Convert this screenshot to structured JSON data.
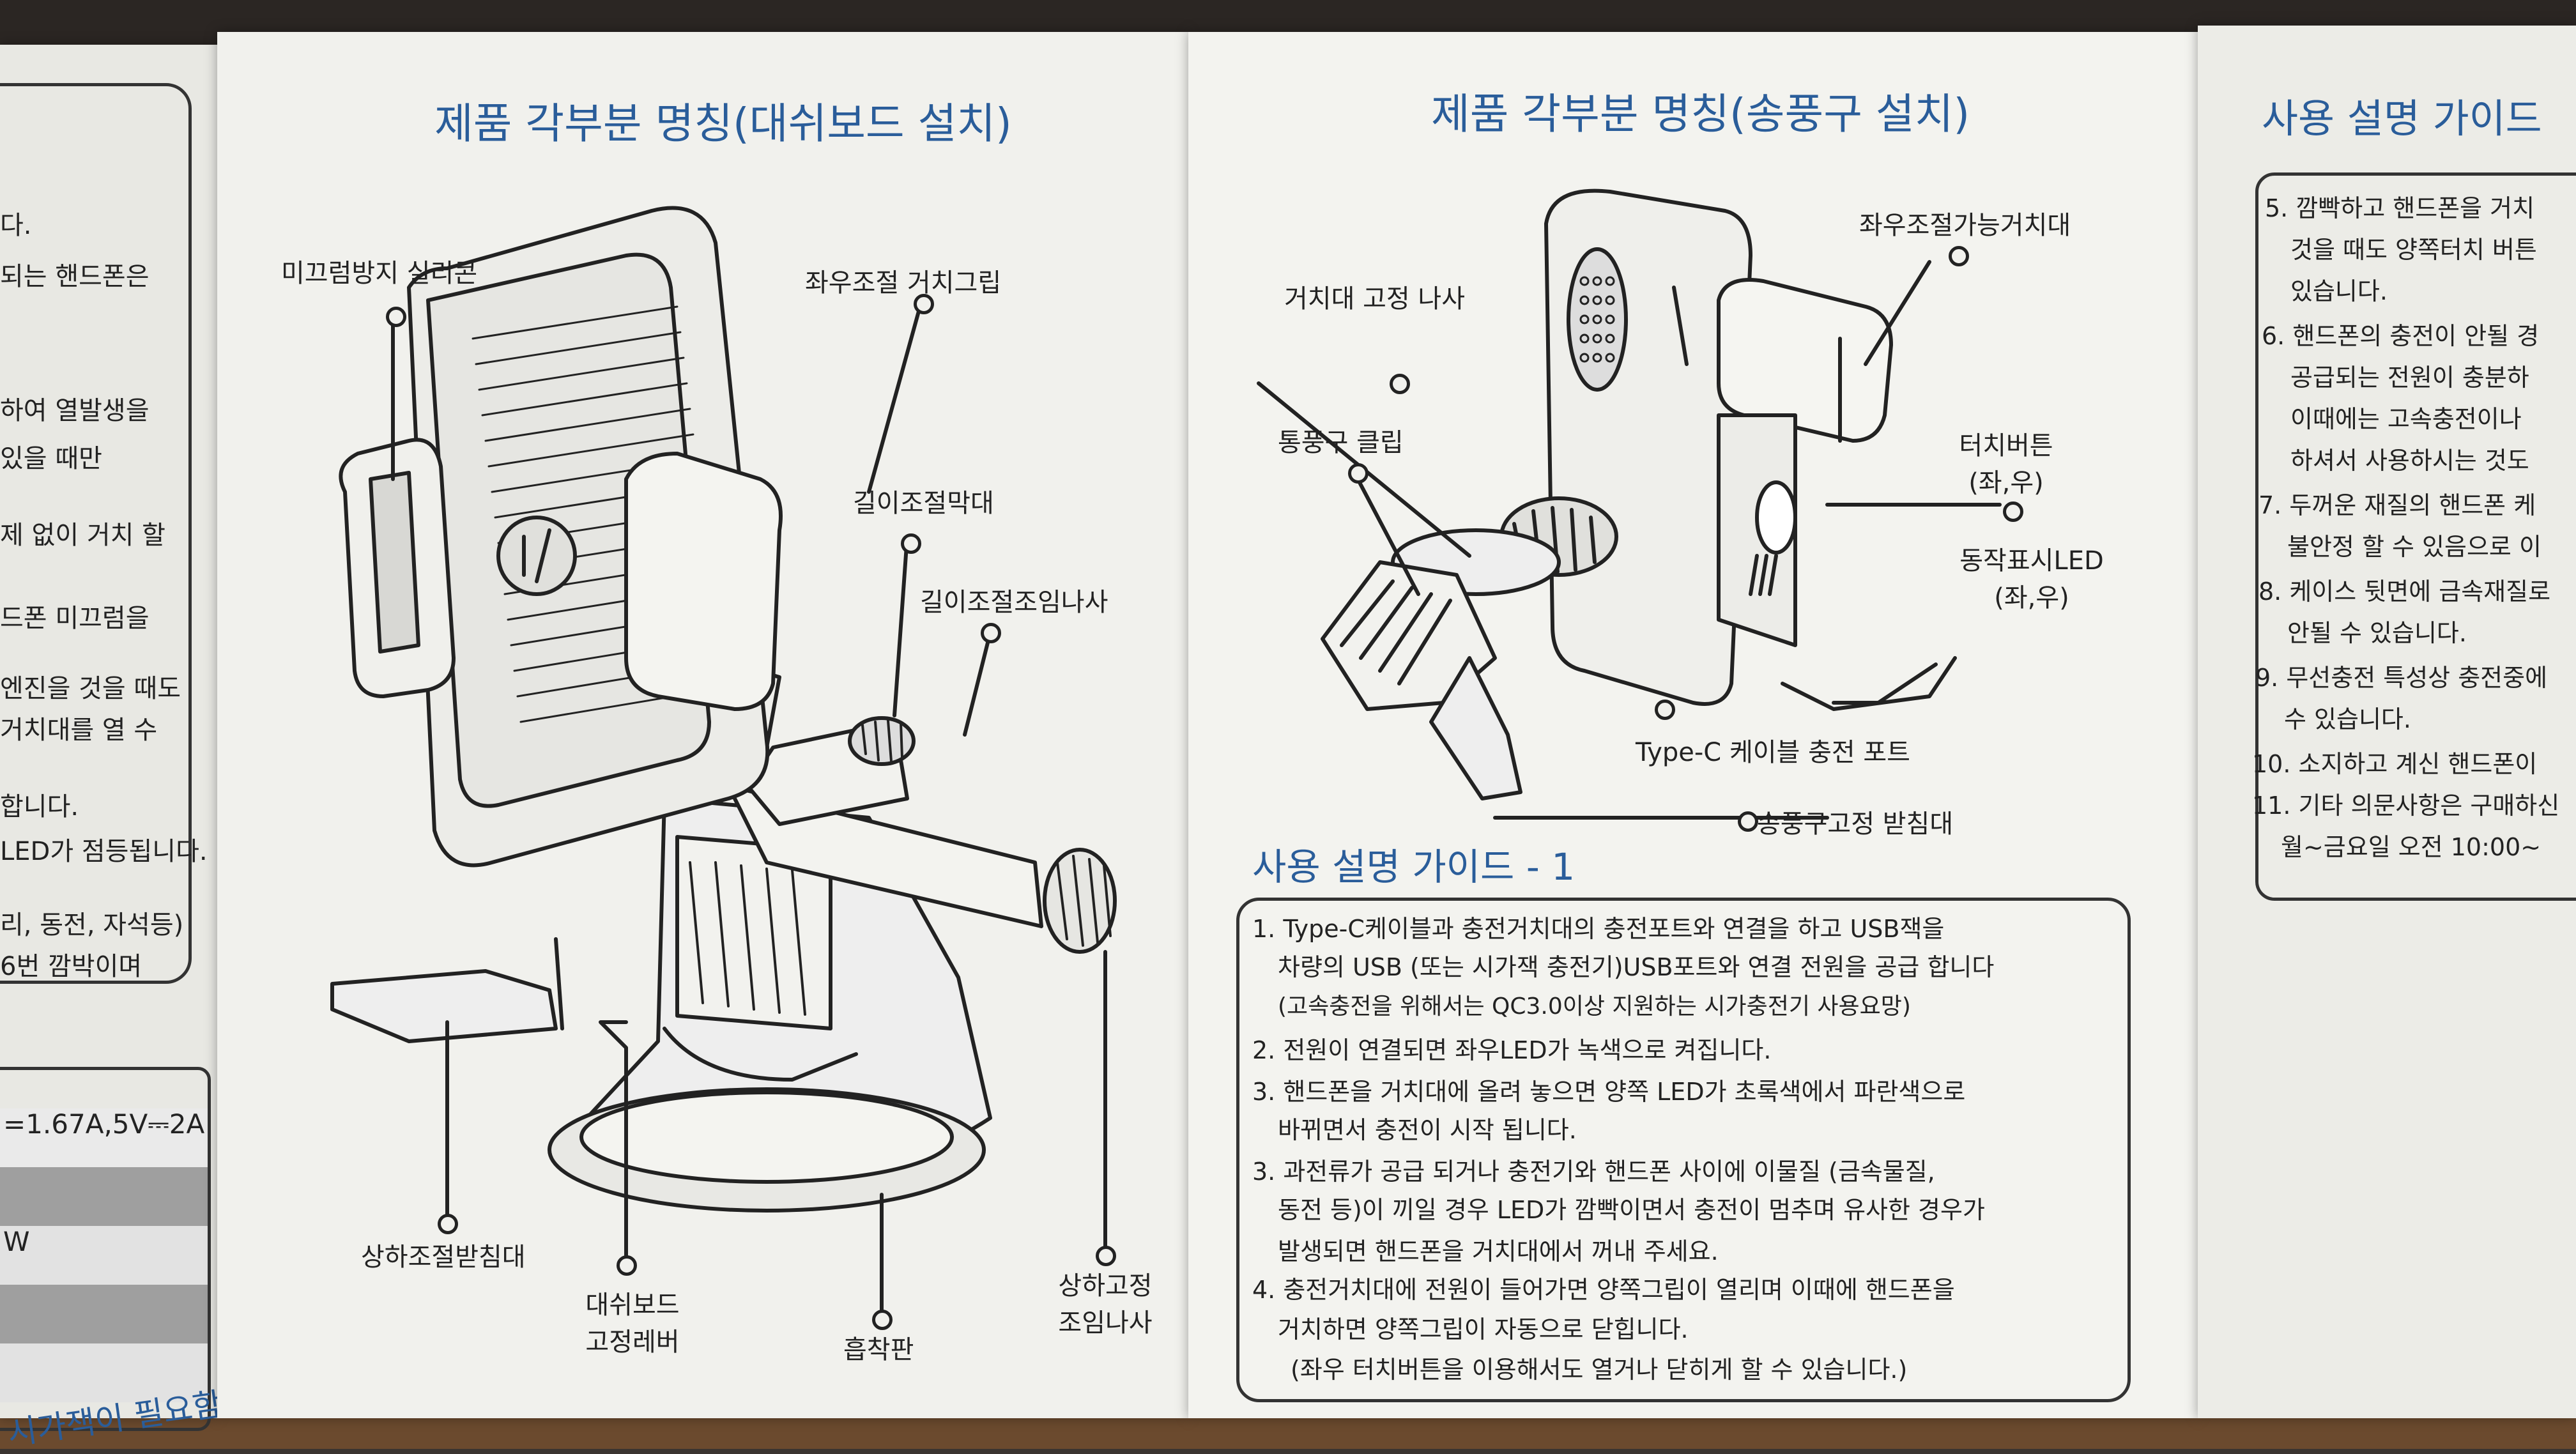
{
  "left_fragment": {
    "lines": [
      "다.",
      "되는 핸드폰은",
      "하여 열발생을",
      "있을 때만",
      "제 없이 거치 할",
      "드폰 미끄럼을",
      "엔진을 것을 때도",
      "거치대를 열 수",
      "합니다.",
      "LED가 점등됩니다.",
      "리, 동전, 자석등)",
      "6번 깜박이며"
    ],
    "spec_lines": [
      "=1.67A,5V⎓2A",
      "W"
    ],
    "bottom": "시가잭이 필요함."
  },
  "dashboard_panel": {
    "title": "제품 각부분 명칭(대쉬보드 설치)",
    "labels": {
      "anti_slip": "미끄럼방지 실리콘",
      "lr_grip": "좌우조절 거치그립",
      "length_bar": "길이조절막대",
      "length_screw": "길이조절조임나사",
      "vertical_support": "상하조절받침대",
      "dash_lever_1": "대쉬보드",
      "dash_lever_2": "고정레버",
      "suction": "흡착판",
      "vertical_screw_1": "상하고정",
      "vertical_screw_2": "조임나사"
    }
  },
  "vent_panel": {
    "title": "제품 각부분 명칭(송풍구 설치)",
    "labels": {
      "lr_holder": "좌우조절가능거치대",
      "holder_screw": "거치대 고정 나사",
      "vent_clip": "통풍구 클립",
      "touch_button_1": "터치버튼",
      "touch_button_2": "(좌,우)",
      "status_led_1": "동작표시LED",
      "status_led_2": "(좌,우)",
      "typec_port": "Type-C 케이블 충전 포트",
      "vent_support": "송풍구고정 받침대"
    },
    "guide1_title": "사용 설명 가이드 - 1",
    "guide1_items": [
      "1. Type-C케이블과 충전거치대의 충전포트와 연결을 하고 USB잭을",
      "차량의 USB (또는 시가잭 충전기)USB포트와 연결 전원을 공급 합니다",
      "(고속충전을 위해서는 QC3.0이상 지원하는 시가충전기 사용요망)",
      "2. 전원이 연결되면 좌우LED가 녹색으로 켜집니다.",
      "3. 핸드폰을 거치대에 올려 놓으면 양쪽 LED가 초록색에서 파란색으로",
      "바뀌면서 충전이 시작 됩니다.",
      "3. 과전류가 공급 되거나 충전기와 핸드폰 사이에 이물질 (금속물질,",
      "동전 등)이 끼일 경우 LED가 깜빡이면서 충전이 멈추며 유사한 경우가",
      "발생되면 핸드폰을 거치대에서 꺼내 주세요.",
      "4. 충전거치대에 전원이 들어가면 양쪽그립이 열리며 이때에 핸드폰을",
      "거치하면 양쪽그립이 자동으로 닫힙니다.",
      "(좌우 터치버튼을 이용해서도 열거나 닫히게 할 수 있습니다.)"
    ]
  },
  "guide2_panel": {
    "title": "사용 설명 가이드",
    "items": [
      "5. 깜빡하고 핸드폰을 거치",
      "것을 때도 양쪽터치 버튼",
      "있습니다.",
      "6. 핸드폰의 충전이 안될 경",
      "공급되는 전원이 충분하",
      "이때에는 고속충전이나",
      "하셔서 사용하시는 것도",
      "7. 두꺼운 재질의 핸드폰 케",
      "불안정 할 수 있음으로 이",
      "8. 케이스 뒷면에 금속재질로",
      "안될 수 있습니다.",
      "9. 무선충전 특성상 충전중에",
      "수 있습니다.",
      "10. 소지하고 계신 핸드폰이",
      "11. 기타 의문사항은 구매하신",
      "월~금요일 오전 10:00~"
    ]
  }
}
